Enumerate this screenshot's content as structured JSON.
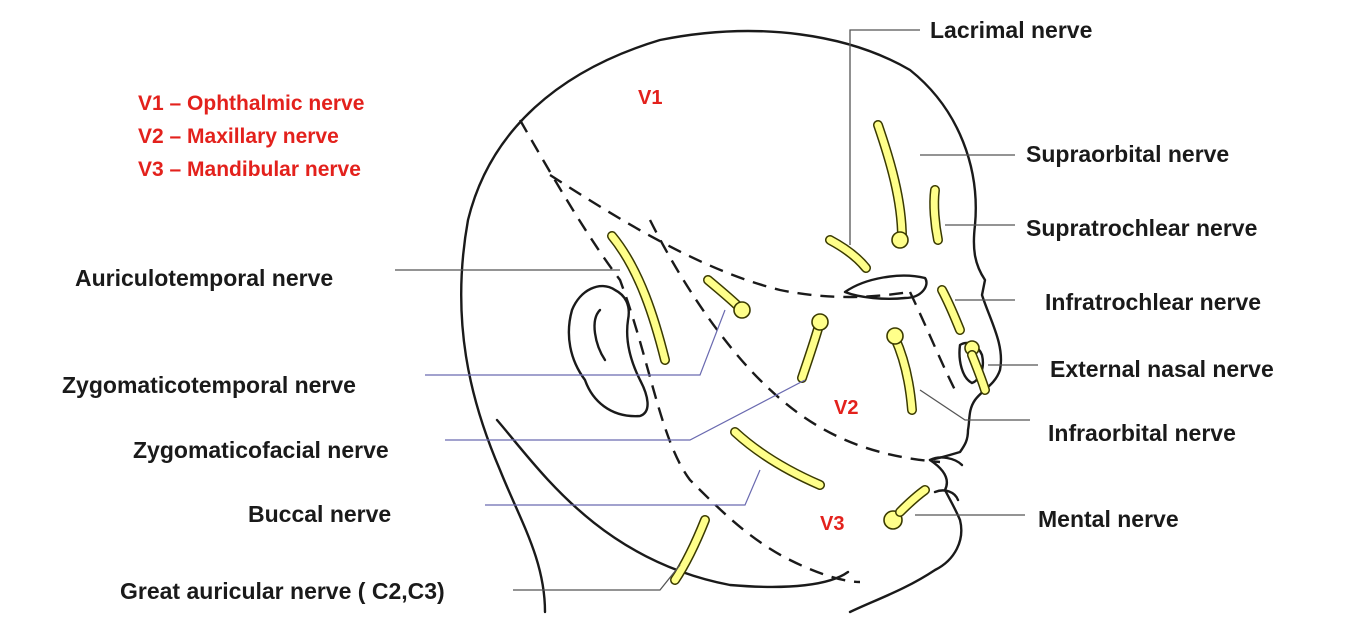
{
  "legend": {
    "v1": "V1 – Ophthalmic nerve",
    "v2": "V2 – Maxillary nerve",
    "v3": "V3 – Mandibular nerve"
  },
  "zones": {
    "v1": "V1",
    "v2": "V2",
    "v3": "V3"
  },
  "labels": {
    "lacrimal": "Lacrimal nerve",
    "supraorbital": "Supraorbital nerve",
    "supratrochlear": "Supratrochlear nerve",
    "infratrochlear": "Infratrochlear nerve",
    "external_nasal": "External nasal nerve",
    "infraorbital": "Infraorbital nerve",
    "mental": "Mental nerve",
    "auriculotemporal": "Auriculotemporal nerve",
    "zygomaticotemporal": "Zygomaticotemporal nerve",
    "zygomaticofacial": "Zygomaticofacial nerve",
    "buccal": "Buccal nerve",
    "great_auricular": "Great auricular nerve ( C2,C3)"
  },
  "colors": {
    "legend_text": "#e3211c",
    "label_text": "#1a1a1a",
    "nerve_fill": "#ffff8a"
  }
}
